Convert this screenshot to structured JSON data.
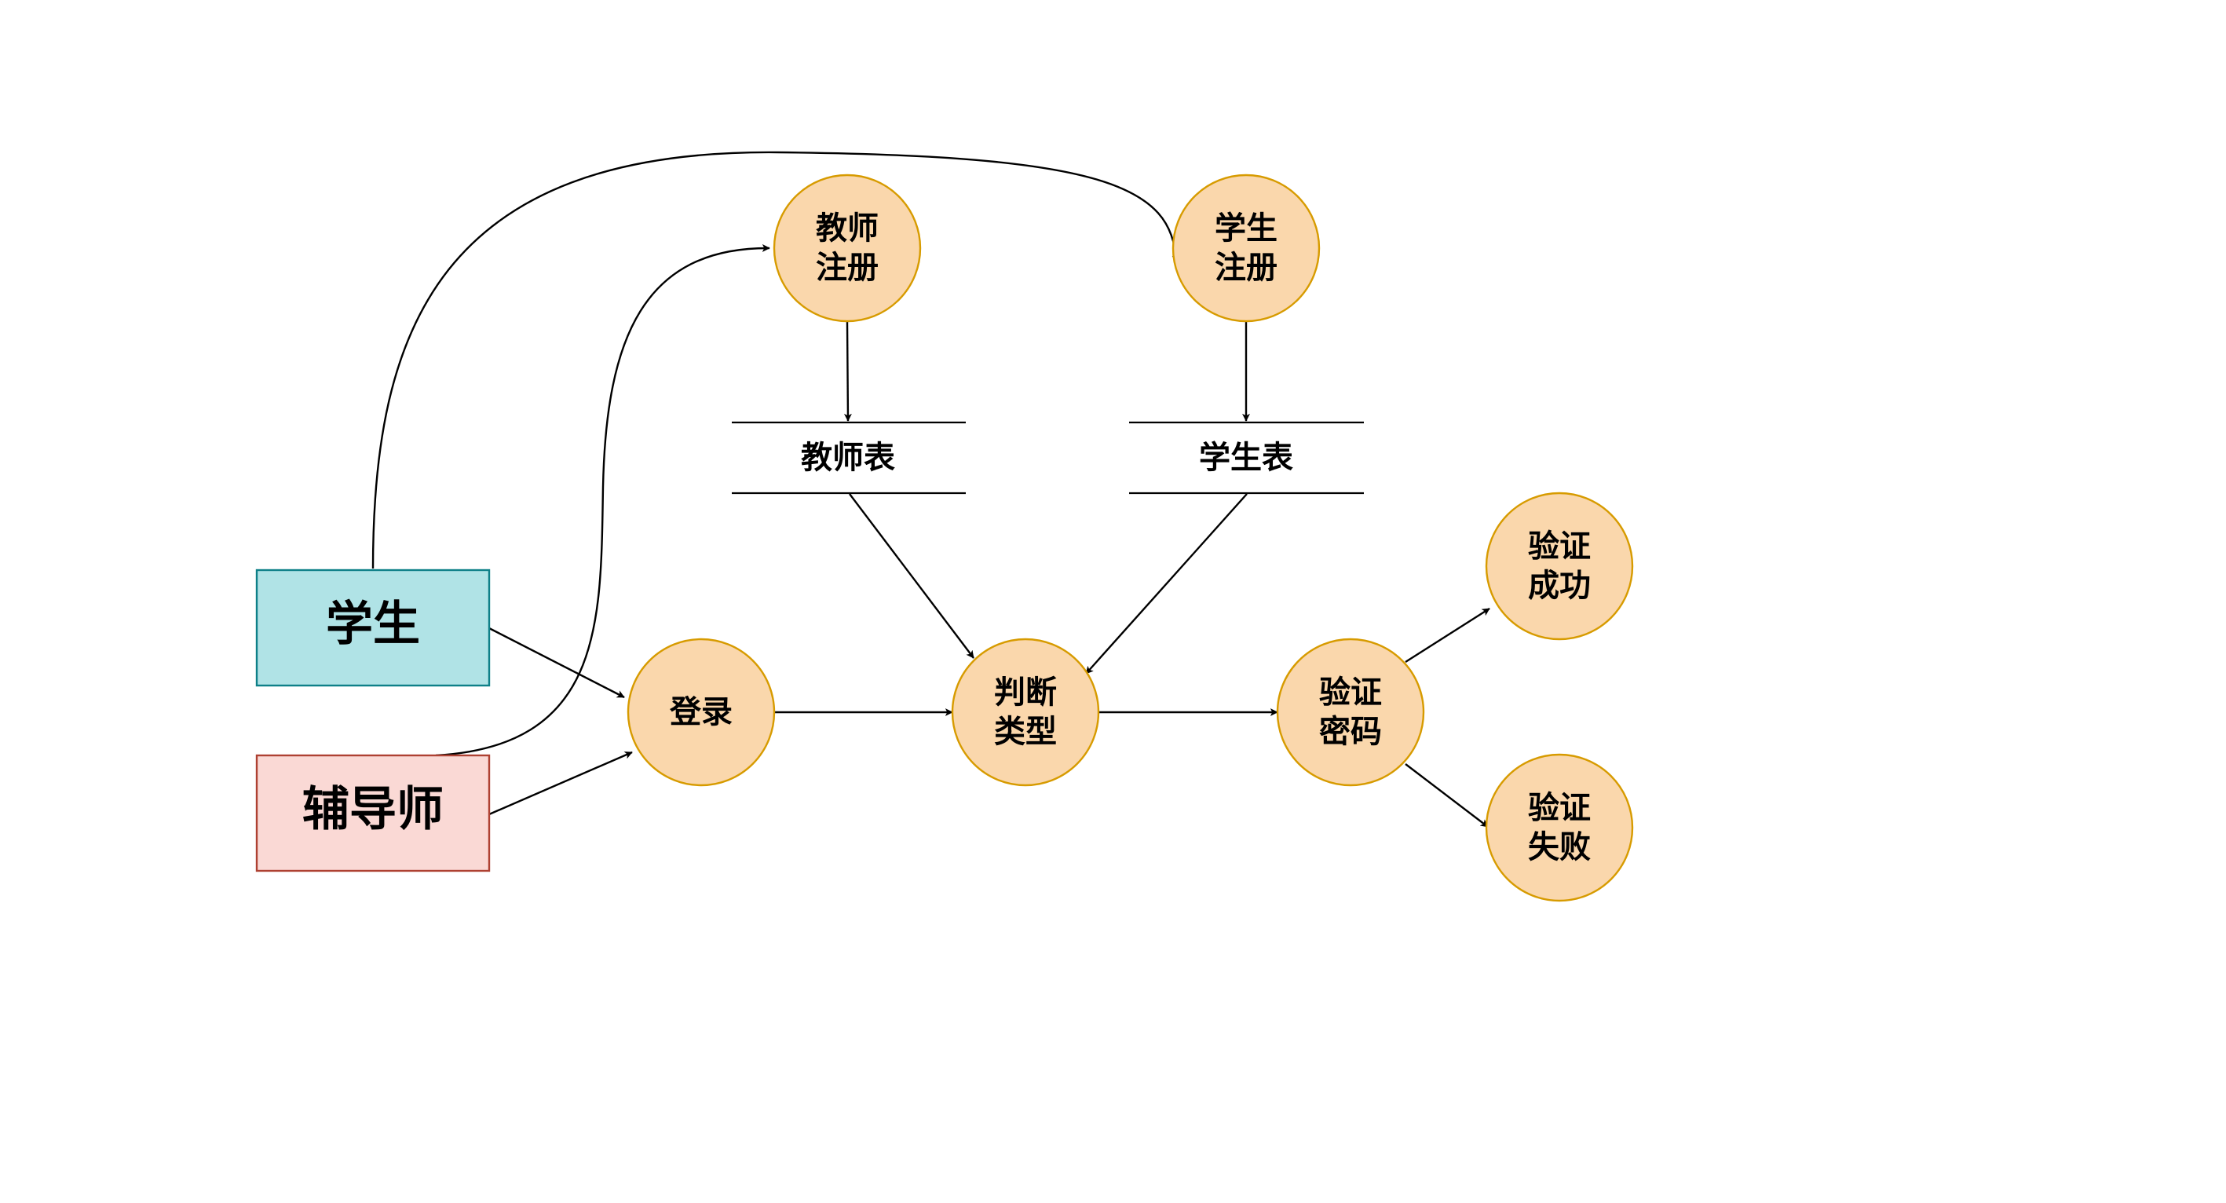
{
  "diagram": {
    "colors": {
      "process_fill": "#fad7ac",
      "process_stroke": "#d79b00",
      "student_fill": "#b0e3e6",
      "student_stroke": "#0e8088",
      "counselor_fill": "#fad9d5",
      "counselor_stroke": "#ae4132",
      "edge": "#000000"
    },
    "entities": {
      "student": "学生",
      "counselor": "辅导师"
    },
    "processes": {
      "teacher_register": [
        "教师",
        "注册"
      ],
      "student_register": [
        "学生",
        "注册"
      ],
      "login": [
        "登录"
      ],
      "judge_type": [
        "判断",
        "类型"
      ],
      "verify_password": [
        "验证",
        "密码"
      ],
      "verify_success": [
        "验证",
        "成功"
      ],
      "verify_fail": [
        "验证",
        "失败"
      ]
    },
    "stores": {
      "teacher_table": "教师表",
      "student_table": "学生表"
    }
  }
}
